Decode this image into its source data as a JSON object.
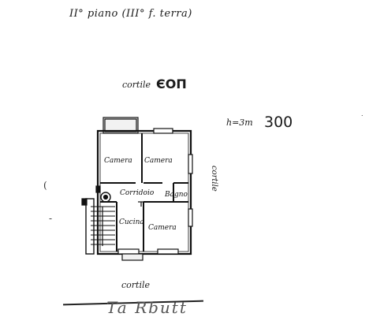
{
  "drawing": {
    "floor_heading": "II° piano (III° f. terra)",
    "cortile_top_label": "cortile",
    "cortile_top_mark": "ЄОП",
    "height_note": "h=3m",
    "height_value": "300",
    "cortile_right_label": "cortile",
    "cortile_bottom_label": "cortile",
    "signature": "Ta Rbutt"
  },
  "rooms": {
    "camera_left": "Camera",
    "camera_right": "Camera",
    "corridoio": "Corridoio",
    "bagno": "Bagno",
    "cucina": "Cucina",
    "camera_bottom": "Camera"
  }
}
